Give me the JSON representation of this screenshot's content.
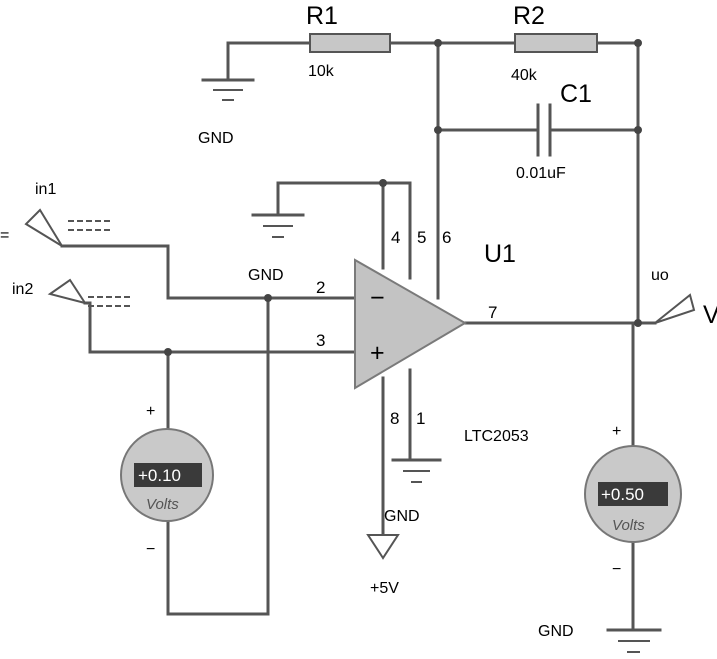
{
  "components": {
    "r1": {
      "ref": "R1",
      "value": "10k"
    },
    "r2": {
      "ref": "R2",
      "value": "40k"
    },
    "c1": {
      "ref": "C1",
      "value": "0.01uF"
    },
    "u1": {
      "ref": "U1",
      "part": "LTC2053",
      "pins": {
        "p2": "2",
        "p3": "3",
        "p4": "4",
        "p5": "5",
        "p6": "6",
        "p7": "7",
        "p8": "8",
        "p1": "1"
      },
      "minus": "−",
      "plus": "+"
    }
  },
  "nets": {
    "gnd": "GND",
    "vcc": "+5V",
    "in1": "in1",
    "in2": "in2",
    "uo": "uo"
  },
  "meters": {
    "left": {
      "reading": "+0.10",
      "units": "Volts",
      "plus": "+",
      "minus": "−"
    },
    "right": {
      "reading": "+0.50",
      "units": "Volts",
      "plus": "+",
      "minus": "−"
    }
  },
  "edge_glyphs": {
    "left": "=",
    "right": "V"
  }
}
